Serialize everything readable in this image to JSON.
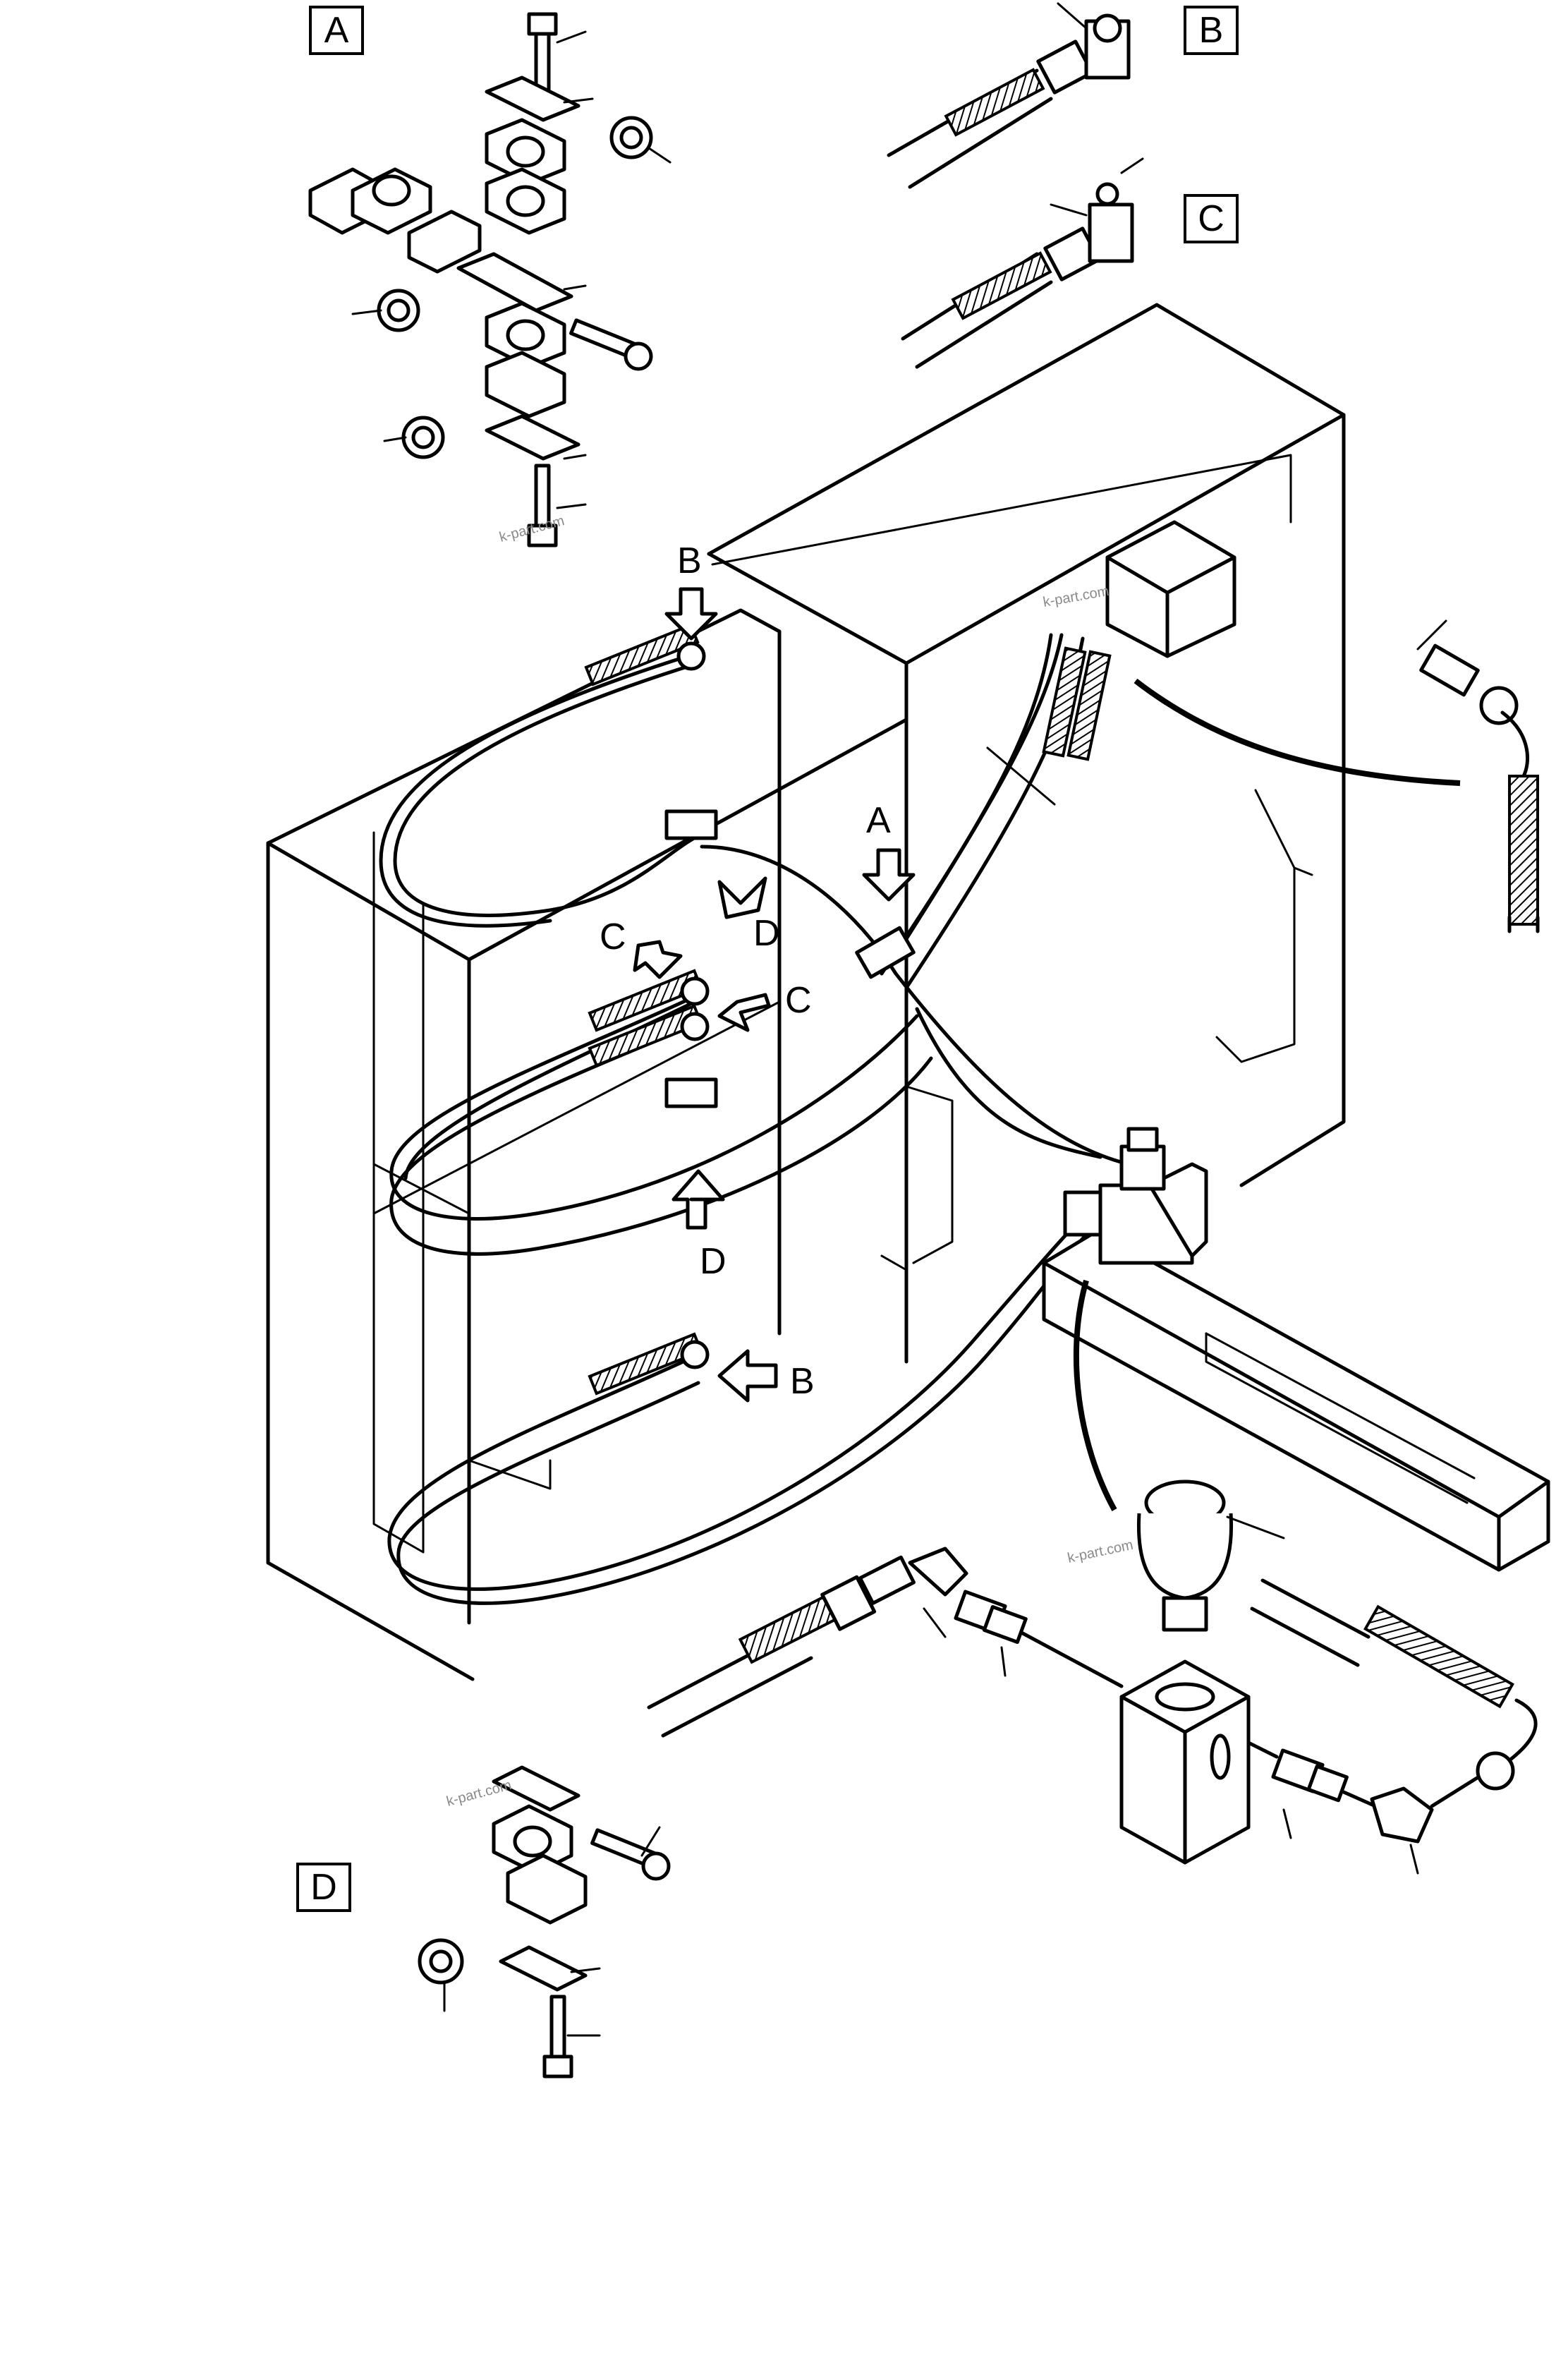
{
  "detail_boxes": {
    "a": "A",
    "b": "B",
    "c": "C",
    "d": "D"
  },
  "callouts": {
    "b_top": "B",
    "a_mid": "A",
    "c_left": "C",
    "d_mid": "D",
    "c_right": "C",
    "d_low": "D",
    "b_low": "B"
  },
  "watermarks": [
    "k-part.com",
    "k-part.com",
    "k-part.com",
    "k-part.com"
  ]
}
